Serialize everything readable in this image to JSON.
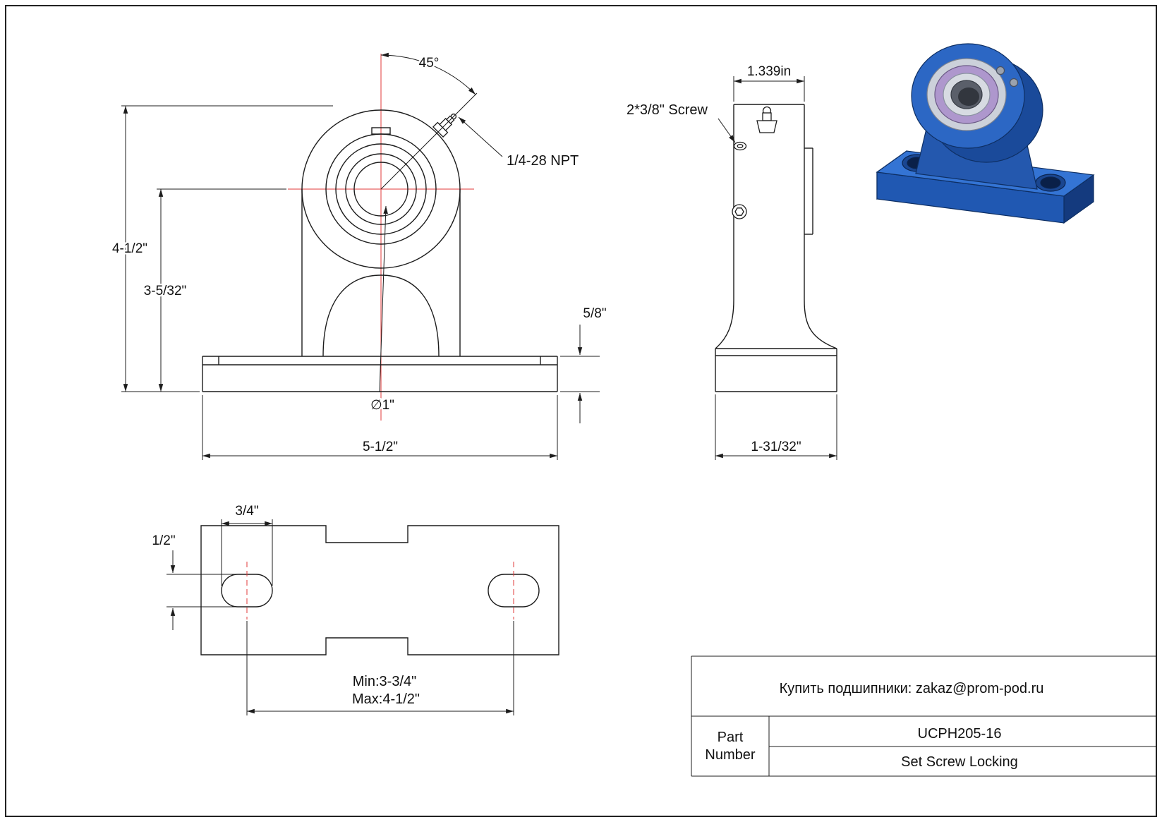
{
  "colors": {
    "line": "#1c1c1c",
    "centerline": "#e03a3a",
    "blue_top": "#3474d4",
    "blue_front": "#2058b2",
    "blue_left": "#1a4a9a",
    "blue_right": "#143a7e",
    "blue_housing": "#2c67c4",
    "blue_housing_dark": "#1a4a9a",
    "silver": "#ccd1da",
    "silver_light": "#d7dbe2",
    "purple": "#ae97cd",
    "bore_dark": "#5a5f6a"
  },
  "front_view": {
    "dim_angle": "45°",
    "dim_npt": "1/4-28 NPT",
    "dim_height_total": "4-1/2\"",
    "dim_height_center": "3-5/32\"",
    "dim_base_height": "5/8\"",
    "dim_bore": "∅1\"",
    "dim_base_width": "5-1/2\""
  },
  "side_view": {
    "dim_width": "1.339in",
    "label_screw": "2*3/8\" Screw",
    "dim_base_width": "1-31/32\""
  },
  "bottom_view": {
    "dim_slot_width": "3/4\"",
    "dim_slot_height": "1/2\"",
    "dim_min": "Min:3-3/4\"",
    "dim_max": "Max:4-1/2\""
  },
  "title_block": {
    "contact": "Купить подшипники: zakaz@prom-pod.ru",
    "part_label_line1": "Part",
    "part_label_line2": "Number",
    "part_number": "UCPH205-16",
    "locking_type": "Set Screw Locking"
  }
}
